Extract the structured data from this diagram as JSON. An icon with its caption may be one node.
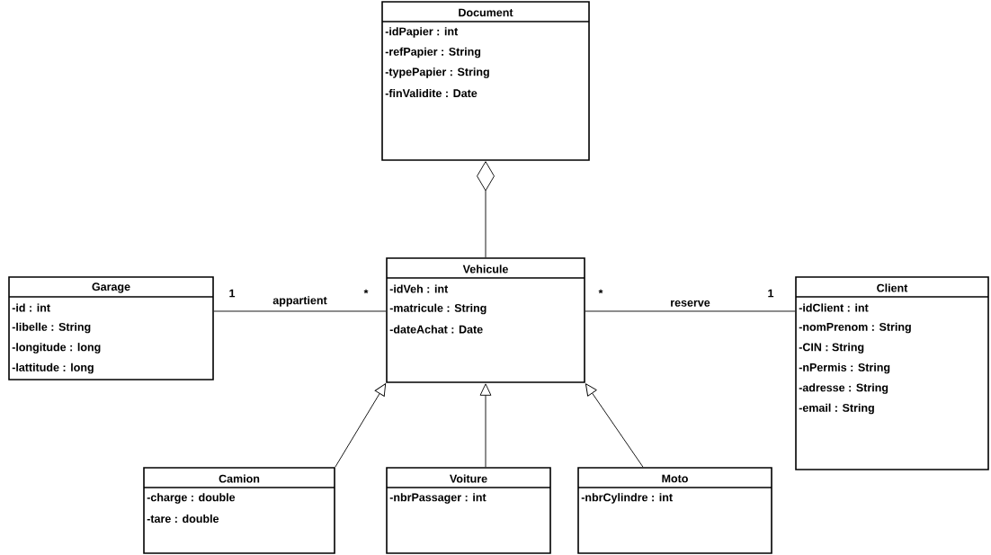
{
  "diagram": {
    "nodes": [
      {
        "text": [
          "Document",
          "-idPapier : int",
          "-refPapier : String",
          "-typePapier : String",
          "-finValidite : Date"
        ]
      },
      {
        "text": [
          "Garage",
          "-id : int",
          "-libelle : String",
          "-longitude : long",
          "-lattitude : long"
        ]
      },
      {
        "text": [
          "Vehicule",
          "-idVeh : int",
          "-matricule : String",
          "-dateAchat : Date"
        ]
      },
      {
        "text": [
          "Client",
          "-idClient : int",
          "-nomPrenom : String",
          "-CIN : String",
          "-nPermis : String",
          "-adresse : String",
          "-email : String"
        ]
      },
      {
        "text": [
          "Camion",
          "-charge : double",
          "-tare : double"
        ]
      },
      {
        "text": [
          "Voiture",
          "-nbrPassager : int"
        ]
      },
      {
        "text": [
          "Moto",
          "-nbrCylindre : int"
        ]
      }
    ],
    "edges": [
      {
        "from": 2,
        "to": 0,
        "arrow": "other"
      },
      {
        "from": 1,
        "to": 2,
        "arrow": "none",
        "label": "appartient"
      },
      {
        "from": 2,
        "to": 3,
        "arrow": "none",
        "label": "reserve"
      },
      {
        "from": 4,
        "to": 2,
        "arrow": "to"
      },
      {
        "from": 5,
        "to": 2,
        "arrow": "to"
      },
      {
        "from": 6,
        "to": 2,
        "arrow": "to"
      }
    ],
    "labels": [
      "1",
      "*",
      "*",
      "1"
    ]
  }
}
